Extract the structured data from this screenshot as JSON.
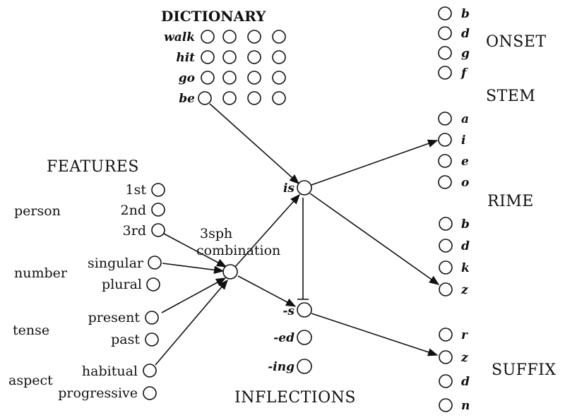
{
  "headings": {
    "dictionary": "DICTIONARY",
    "features": "FEATURES",
    "inflections": "INFLECTIONS",
    "onset": "ONSET",
    "stem": "STEM",
    "rime": "RIME",
    "suffix": "SUFFIX"
  },
  "dictionary": [
    "walk",
    "hit",
    "go",
    "be"
  ],
  "features": {
    "groups": [
      "person",
      "number",
      "tense",
      "aspect"
    ],
    "values": [
      "1st",
      "2nd",
      "3rd",
      "singular",
      "plural",
      "present",
      "past",
      "habitual",
      "progressive"
    ]
  },
  "combination": {
    "line1": "3sph",
    "line2": "combination"
  },
  "central": {
    "is": "is"
  },
  "inflections": [
    "-s",
    "-ed",
    "-ing"
  ],
  "onset": [
    "b",
    "d",
    "g",
    "f"
  ],
  "stem": [
    "a",
    "i",
    "e",
    "o"
  ],
  "rime": [
    "b",
    "d",
    "k",
    "z"
  ],
  "suffix": [
    "r",
    "z",
    "d",
    "n"
  ]
}
